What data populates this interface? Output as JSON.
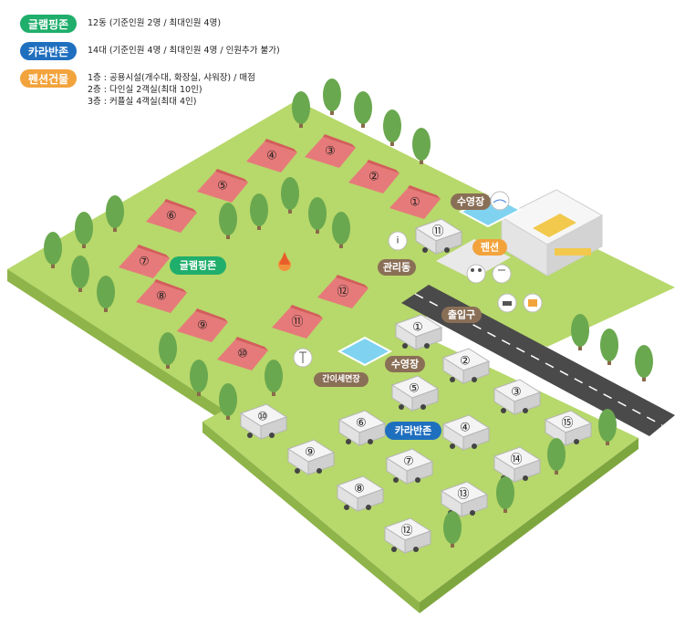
{
  "legend": {
    "glamping": {
      "badge": "글램핑존",
      "text": "12동 (기준인원 2명 / 최대인원 4명)",
      "color": "#1fae6b"
    },
    "caravan": {
      "badge": "카라반존",
      "text": "14대 (기준인원 4명 / 최대인원 4명 / 인원추가 불가)",
      "color": "#1f6fbf"
    },
    "pension": {
      "badge": "펜션건물",
      "lines": [
        "1층 : 공용시설(개수대, 화장실, 샤워장) / 매점",
        "2층 : 다인실 2객실(최대 10인)",
        "3층 : 커플실 4객실(최대 4인)"
      ],
      "color": "#f2a33c"
    }
  },
  "labels": {
    "glamping_zone": "글램핑존",
    "pool_top": "수영장",
    "management": "관리동",
    "pension": "펜션",
    "entrance": "출입구",
    "pool_bottom": "수영장",
    "simple_washroom": "간이세면장",
    "caravan_zone": "카라반존"
  },
  "tents": [
    "①",
    "②",
    "③",
    "④",
    "⑤",
    "⑥",
    "⑦",
    "⑧",
    "⑨",
    "⑩",
    "⑪",
    "⑫"
  ],
  "caravans": [
    "①",
    "②",
    "③",
    "④",
    "⑤",
    "⑥",
    "⑦",
    "⑧",
    "⑨",
    "⑩",
    "⑪",
    "⑫",
    "⑬",
    "⑭",
    "⑮"
  ],
  "colors": {
    "grass": "#b7d86b",
    "grass_edge": "#8fb44a",
    "tent": "#e67a7a",
    "road": "#4a4a4a",
    "tree": "#6aa84f"
  }
}
